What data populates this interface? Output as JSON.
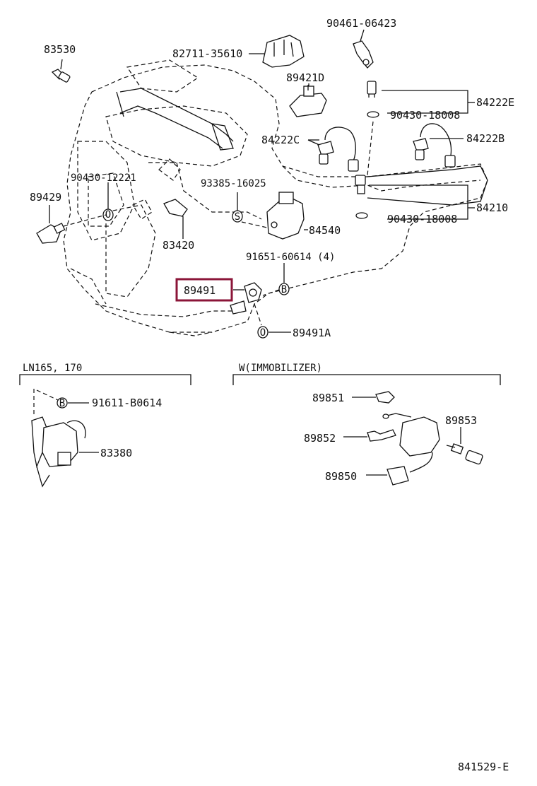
{
  "diagram": {
    "part_numbers": {
      "p83530": "83530",
      "p82711": "82711-35610",
      "p90461": "90461-06423",
      "p89421d": "89421D",
      "p84222e": "84222E",
      "p90430_18008_top": "90430-18008",
      "p84222c": "84222C",
      "p84222b": "84222B",
      "p90430_12221": "90430-12221",
      "p93385": "93385-16025",
      "p89429": "89429",
      "p84210": "84210",
      "p90430_18008_bot": "90430-18008",
      "p84540": "84540",
      "p83420": "83420",
      "p91651": "91651-60614 (4)",
      "p89491": "89491",
      "p89491a": "89491A",
      "p91611": "91611-B0614",
      "p83380": "83380",
      "p89851": "89851",
      "p89852": "89852",
      "p89853": "89853",
      "p89850": "89850"
    },
    "section_labels": {
      "ln": "LN165, 170",
      "immobilizer": "W(IMMOBILIZER)"
    },
    "callout_letters": {
      "o": "O",
      "s": "S",
      "b": "B"
    },
    "diagram_code": "841529-E",
    "highlight_color": "#8b1538"
  }
}
